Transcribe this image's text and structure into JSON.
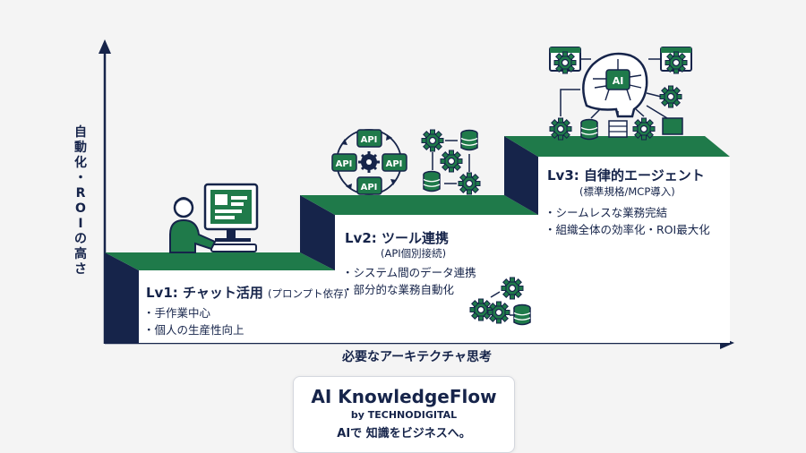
{
  "axes": {
    "y_label": [
      "自",
      "動",
      "化",
      "・",
      "R",
      "O",
      "I",
      "の",
      "高",
      "さ"
    ],
    "x_label": "必要なアーキテクチャ思考"
  },
  "levels": [
    {
      "title": "Lv1: チャット活用",
      "subtitle": "(プロンプト依存)",
      "bullets": [
        "・手作業中心",
        "・個人の生産性向上"
      ]
    },
    {
      "title": "Lv2: ツール連携",
      "subtitle": "(API個別接続)",
      "bullets": [
        "・システム間のデータ連携",
        "・部分的な業務自動化"
      ]
    },
    {
      "title": "Lv3: 自律的エージェント",
      "subtitle": "(標準規格/MCP導入)",
      "bullets": [
        "・シームレスな業務完結",
        "・組織全体の効率化・ROI最大化"
      ]
    }
  ],
  "api_badges": [
    "API",
    "API",
    "API",
    "API"
  ],
  "ai_badge": "AI",
  "brand": {
    "name": "AI KnowledgeFlow",
    "by": "by TECHNODIGITAL",
    "tagline": "AIで 知識をビジネスへ。"
  },
  "colors": {
    "navy": "#16244a",
    "green": "#1f7a4a",
    "light_green": "#2b9a5e",
    "background": "#f4f4f4"
  }
}
